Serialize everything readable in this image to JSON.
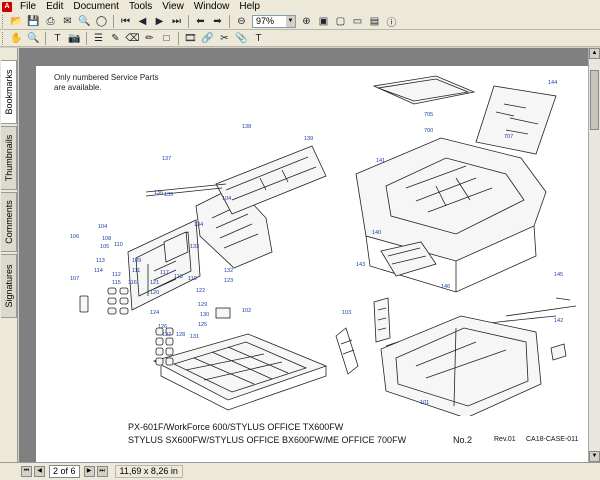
{
  "menubar": {
    "items": [
      "File",
      "Edit",
      "Document",
      "Tools",
      "View",
      "Window",
      "Help"
    ]
  },
  "toolbar": {
    "zoom_value": "97%"
  },
  "navpane": {
    "tabs": [
      "Bookmarks",
      "Thumbnails",
      "Comments",
      "Signatures"
    ]
  },
  "document": {
    "note_line1": "Only numbered Service Parts",
    "note_line2": "are available.",
    "model_line1": "PX-601F/WorkForce 600/STYLUS OFFICE TX600FW",
    "model_line2": "STYLUS SX600FW/STYLUS OFFICE BX600FW/ME OFFICE 700FW",
    "page_no": "No.2",
    "revision": "Rev.01",
    "code": "CA18-CASE-011",
    "part_labels": [
      "101",
      "102",
      "103",
      "104",
      "105",
      "106",
      "107",
      "108",
      "109",
      "110",
      "111",
      "112",
      "113",
      "114",
      "115",
      "116",
      "117",
      "118",
      "119",
      "120",
      "121",
      "122",
      "123",
      "124",
      "125",
      "126",
      "127",
      "128",
      "129",
      "130",
      "131",
      "132",
      "133",
      "134",
      "135",
      "136",
      "137",
      "138",
      "139",
      "140",
      "141",
      "142",
      "143",
      "144",
      "145",
      "146",
      "700",
      "705",
      "707"
    ]
  },
  "statusbar": {
    "page_field": "2 of 6",
    "page_size": "11,69 x 8,26 in"
  }
}
